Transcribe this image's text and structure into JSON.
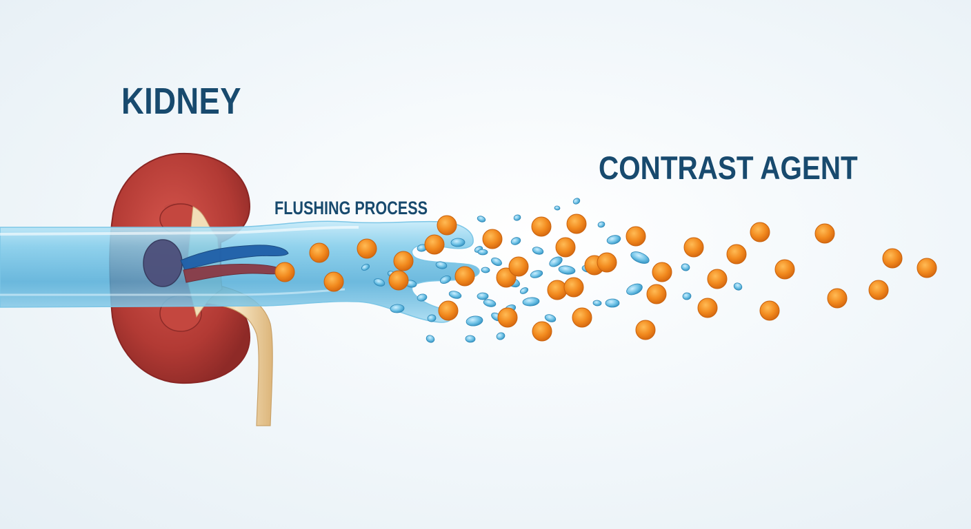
{
  "labels": {
    "kidney": "KIDNEY",
    "contrast_agent": "CONTRAST AGENT",
    "flushing_process": "FLUSHING PROCESS"
  },
  "colors": {
    "label_text": "#184a6e",
    "kidney_outer": "#b33a35",
    "kidney_inner": "#d14f47",
    "pelvis": "#4d4f7a",
    "vein": "#1f5fa8",
    "artery": "#8a3a45",
    "ureter": "#eed7aa",
    "water": "#5bb5dc",
    "contrast_particle": "#f28a1e"
  }
}
